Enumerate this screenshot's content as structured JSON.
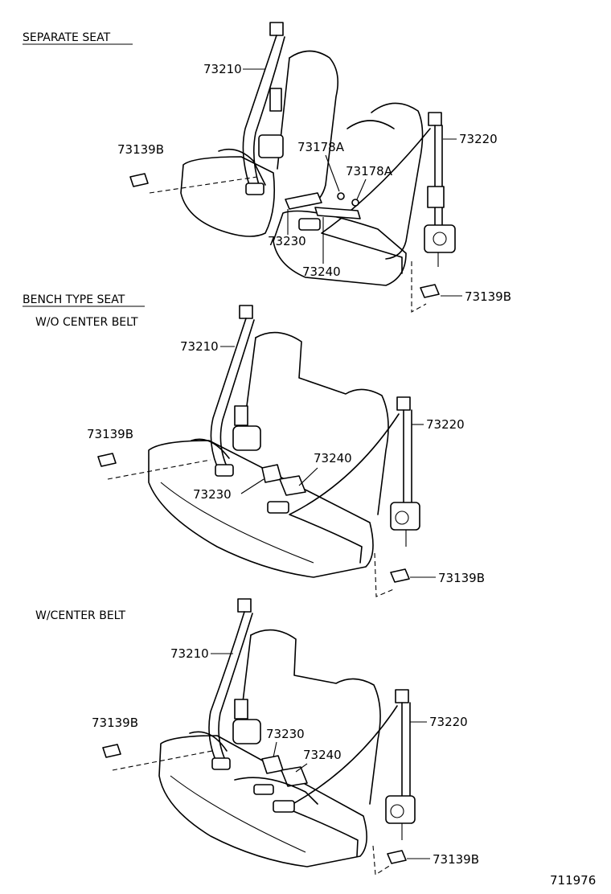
{
  "sections": {
    "separate": "SEPARATE SEAT",
    "bench": "BENCH TYPE SEAT",
    "wo_center": "W/O CENTER BELT",
    "w_center": "W/CENTER BELT"
  },
  "parts": {
    "sep_73210": "73210",
    "sep_73220": "73220",
    "sep_73139b_l": "73139B",
    "sep_73139b_r": "73139B",
    "sep_73178a_1": "73178A",
    "sep_73178a_2": "73178A",
    "sep_73230": "73230",
    "sep_73240": "73240",
    "wo_73210": "73210",
    "wo_73220": "73220",
    "wo_73139b_l": "73139B",
    "wo_73139b_r": "73139B",
    "wo_73240": "73240",
    "wo_73230": "73230",
    "w_73210": "73210",
    "w_73220": "73220",
    "w_73139b_l": "73139B",
    "w_73139b_r": "73139B",
    "w_73230": "73230",
    "w_73240": "73240"
  },
  "figure_id": "711976"
}
